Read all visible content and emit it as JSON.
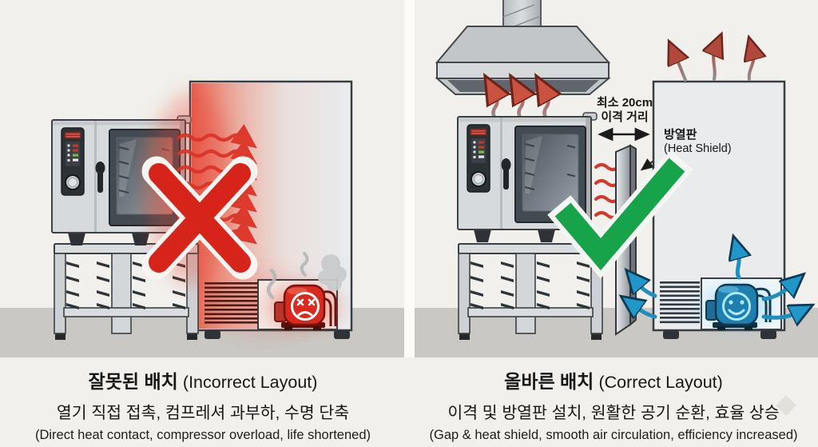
{
  "panels": {
    "left": {
      "title_ko": "잘못된 배치",
      "title_en": "(Incorrect Layout)",
      "subtitle_ko": "열기 직접 접촉, 컴프레셔 과부하, 수명 단축",
      "subtitle_en": "(Direct heat contact, compressor overload, life shortened)"
    },
    "right": {
      "title_ko": "올바른 배치",
      "title_en": "(Correct Layout)",
      "subtitle_ko": "이격 및 방열판 설치, 원활한 공기 순환, 효율 상승",
      "subtitle_en": "(Gap & heat shield, smooth air circulation, efficiency increased)"
    }
  },
  "annotations": {
    "gap_line1": "최소 20cm",
    "gap_line2": "이격 거리",
    "shield_line1": "방열판",
    "shield_line2": "(Heat Shield)"
  },
  "colors": {
    "background": "#f1f0ec",
    "floor": "#c9c8c5",
    "error_red": "#d7241b",
    "success_green": "#17a34a",
    "heat_red": "#dd3428",
    "cool_blue": "#2196c9",
    "warm_brown": "#b0493c",
    "appliance_gray": "#d7dadc",
    "panel_dark": "#2c3136"
  }
}
